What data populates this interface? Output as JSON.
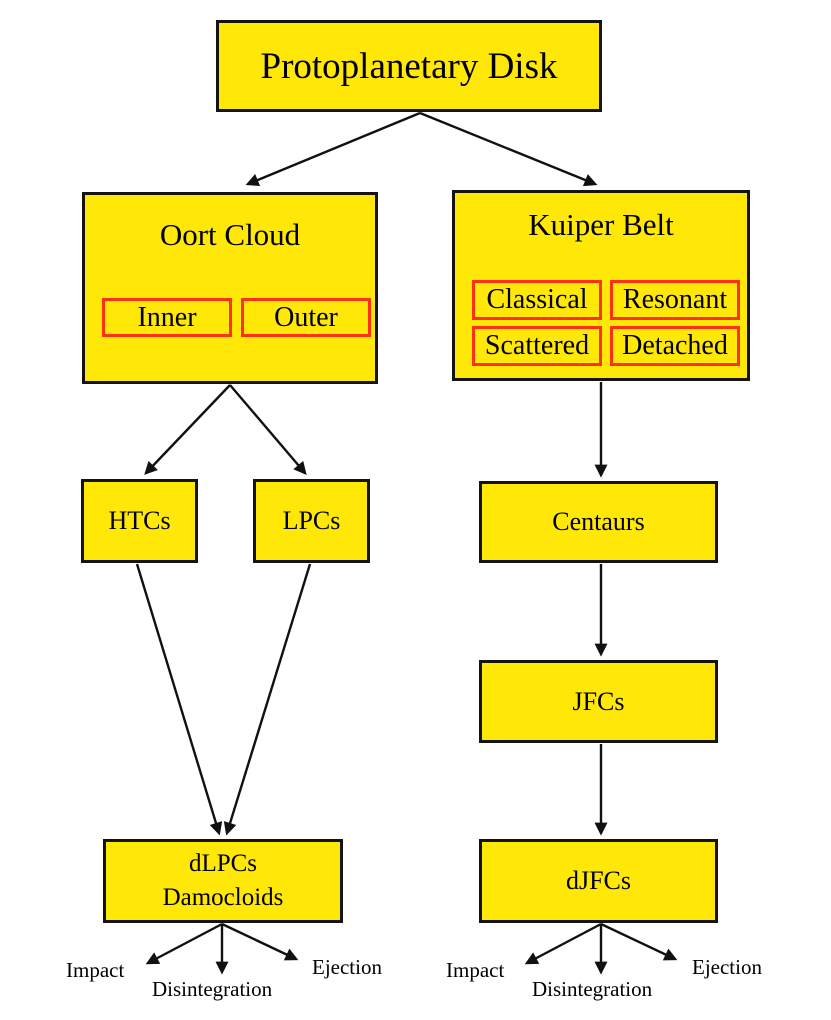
{
  "diagram": {
    "title": "Protoplanetary Disk comet population flowchart",
    "colors": {
      "node_fill": "#FFE808",
      "node_border": "#141414",
      "sub_box_border": "#FF3014",
      "edge_color": "#111111",
      "background": "#FFFFFF",
      "text": "#000000"
    },
    "nodes": {
      "protoplanetary_disk": {
        "label": "Protoplanetary Disk"
      },
      "oort_cloud": {
        "label": "Oort Cloud",
        "sub": [
          "Inner",
          "Outer"
        ]
      },
      "kuiper_belt": {
        "label": "Kuiper Belt",
        "sub": [
          "Classical",
          "Resonant",
          "Scattered",
          "Detached"
        ]
      },
      "htcs": {
        "label": "HTCs"
      },
      "lpcs": {
        "label": "LPCs"
      },
      "centaurs": {
        "label": "Centaurs"
      },
      "jfcs": {
        "label": "JFCs"
      },
      "dlpcs_damocloids": {
        "lines": [
          "dLPCs",
          "Damocloids"
        ]
      },
      "djfcs": {
        "label": "dJFCs"
      }
    },
    "outcomes": {
      "left": [
        "Impact",
        "Disintegration",
        "Ejection"
      ],
      "right": [
        "Impact",
        "Disintegration",
        "Ejection"
      ]
    },
    "edges": [
      {
        "from": "protoplanetary-disk",
        "to": "oort-cloud"
      },
      {
        "from": "protoplanetary-disk",
        "to": "kuiper-belt"
      },
      {
        "from": "oort-cloud",
        "to": "htcs"
      },
      {
        "from": "oort-cloud",
        "to": "lpcs"
      },
      {
        "from": "htcs",
        "to": "dlpcs-damocloids"
      },
      {
        "from": "lpcs",
        "to": "dlpcs-damocloids"
      },
      {
        "from": "kuiper-belt",
        "to": "centaurs"
      },
      {
        "from": "centaurs",
        "to": "jfcs"
      },
      {
        "from": "jfcs",
        "to": "djfcs"
      },
      {
        "from": "dlpcs-damocloids",
        "to": "impact-left"
      },
      {
        "from": "dlpcs-damocloids",
        "to": "disintegration-left"
      },
      {
        "from": "dlpcs-damocloids",
        "to": "ejection-left"
      },
      {
        "from": "djfcs",
        "to": "impact-right"
      },
      {
        "from": "djfcs",
        "to": "disintegration-right"
      },
      {
        "from": "djfcs",
        "to": "ejection-right"
      }
    ]
  }
}
